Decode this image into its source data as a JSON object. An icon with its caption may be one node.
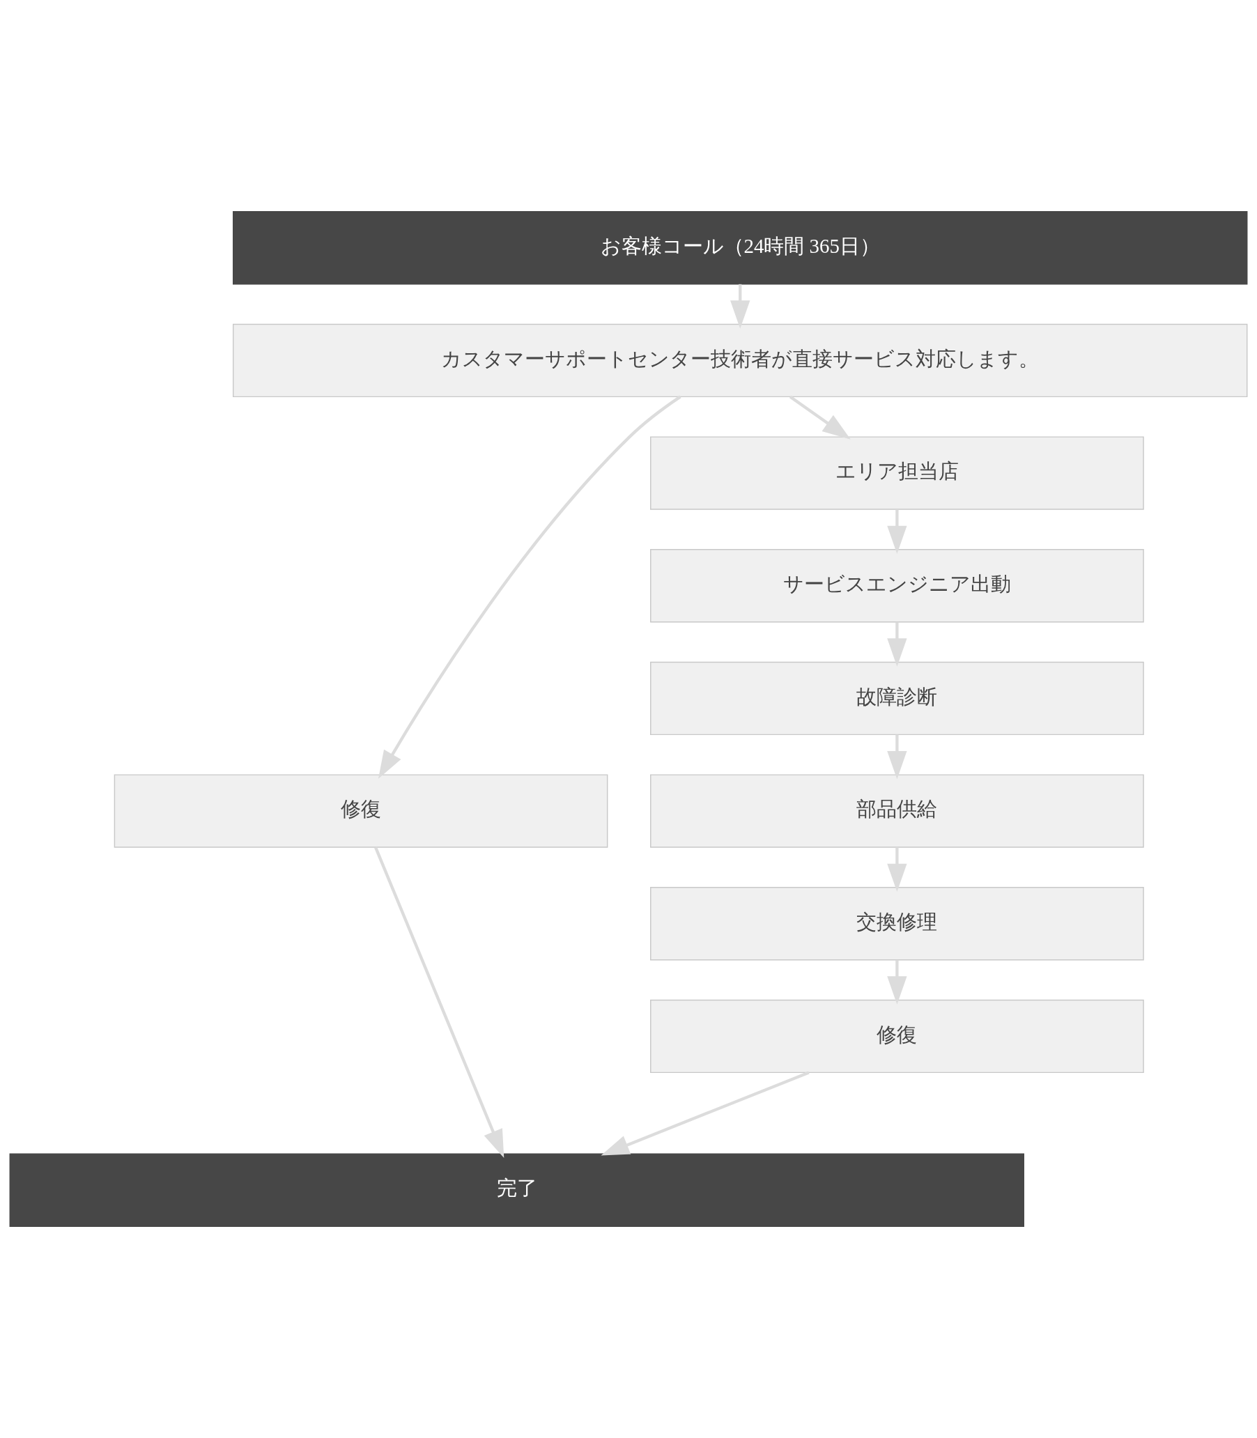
{
  "diagram": {
    "nodes": [
      {
        "text": [
          "お客様コール（24時間 365日）"
        ]
      },
      {
        "text": [
          "カスタマーサポートセンター技術者が直接サービス対応します。"
        ]
      },
      {
        "text": [
          "エリア担当店"
        ]
      },
      {
        "text": [
          "サービスエンジニア出動"
        ]
      },
      {
        "text": [
          "故障診断"
        ]
      },
      {
        "text": [
          "修復"
        ]
      },
      {
        "text": [
          "部品供給"
        ]
      },
      {
        "text": [
          "交換修理"
        ]
      },
      {
        "text": [
          "修復"
        ]
      },
      {
        "text": [
          "完了"
        ]
      }
    ],
    "edges": [
      {
        "from": 0,
        "to": 1,
        "arrow": "to"
      },
      {
        "from": 1,
        "to": 5,
        "arrow": "to"
      },
      {
        "from": 1,
        "to": 2,
        "arrow": "to"
      },
      {
        "from": 2,
        "to": 3,
        "arrow": "to"
      },
      {
        "from": 3,
        "to": 4,
        "arrow": "to"
      },
      {
        "from": 4,
        "to": 6,
        "arrow": "to"
      },
      {
        "from": 6,
        "to": 7,
        "arrow": "to"
      },
      {
        "from": 7,
        "to": 8,
        "arrow": "to"
      },
      {
        "from": 5,
        "to": 9,
        "arrow": "to"
      },
      {
        "from": 8,
        "to": 9,
        "arrow": "to"
      }
    ]
  }
}
